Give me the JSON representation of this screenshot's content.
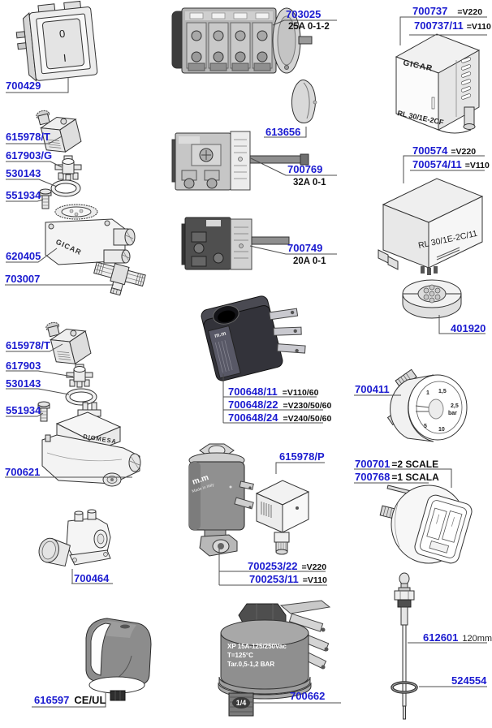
{
  "accent": "#1b1bd0",
  "line_color": "#4c4c4c",
  "labels": {
    "n700429": "700429",
    "n703025": "703025",
    "s703025": "25A 0-1-2",
    "n700737": "700737",
    "s700737": "=V220",
    "n700737_11": "700737/11",
    "s700737_11": "=V110",
    "n613656": "613656",
    "n615978T": "615978/T",
    "n617903G": "617903/G",
    "n530143": "530143",
    "n551934": "551934",
    "n620405": "620405",
    "n703007": "703007",
    "n700769": "700769",
    "s700769": "32A 0-1",
    "n700749": "700749",
    "s700749": "20A 0-1",
    "n700574": "700574",
    "s700574": "=V220",
    "n700574_11": "700574/11",
    "s700574_11": "=V110",
    "n401920": "401920",
    "n700648_11": "700648/11",
    "s700648_11": "=V110/60",
    "n700648_22": "700648/22",
    "s700648_22": "=V230/50/60",
    "n700648_24": "700648/24",
    "s700648_24": "=V240/50/60",
    "n617903": "617903",
    "n700621": "700621",
    "n700411": "700411",
    "n615978P": "615978/P",
    "n700253_22": "700253/22",
    "s700253_22": "=V220",
    "n700253_11": "700253/11",
    "s700253_11": "=V110",
    "n700701": "700701",
    "s700701": "=2 SCALE",
    "n700768": "700768",
    "s700768": "=1 SCALA",
    "n700464": "700464",
    "n616597": "616597",
    "s616597": "CE/UL",
    "n700662": "700662",
    "n612601": "612601",
    "s612601": "120mm",
    "n524554": "524554"
  },
  "illus": {
    "rocker_off": "0",
    "rocker_on": "I",
    "relay737_brand": "GICAR",
    "relay737_model": "RL 30/1E-2CF",
    "relay574_model": "RL 30/1E-2C/11",
    "g620405_brand": "GICAR",
    "flow_brand": "DIGMESA",
    "coil_brand": "m.m",
    "valve_brand": "m.m",
    "valve_origin": "Made in Italy",
    "dial_1": "1",
    "dial_15": "1,5",
    "dial_25": "2,5",
    "dial_bar": "bar",
    "dial_5": "5",
    "dial_10": "10",
    "ps_line1": "XP 15A-125/250Vac",
    "ps_line2": "T=125°C",
    "ps_line3": "Tar.0,5-1,2 BAR",
    "ps_thread": "1/4"
  }
}
